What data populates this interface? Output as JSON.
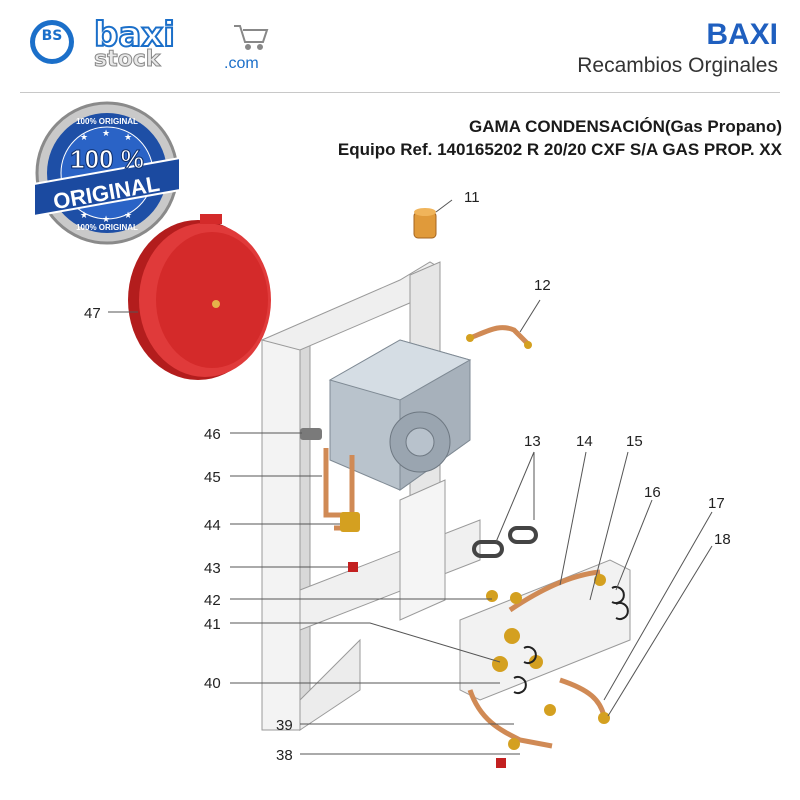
{
  "header": {
    "logo_word": "baxi",
    "logo_word2": "stock",
    "logo_domain": ".com",
    "logo_mark": "BS",
    "brand": "BAXI",
    "subtitle": "Recambios Orginales"
  },
  "product": {
    "range": "GAMA CONDENSACIÓN(Gas Propano)",
    "equipment": "Equipo Ref. 140165202 R 20/20 CXF S/A GAS PROP. XX"
  },
  "seal": {
    "line1": "100 %",
    "line2": "ORIGINAL",
    "ring": "100% ORIGINAL"
  },
  "callouts": [
    "11",
    "12",
    "13",
    "14",
    "15",
    "16",
    "17",
    "18",
    "38",
    "39",
    "40",
    "41",
    "42",
    "43",
    "44",
    "45",
    "46",
    "47"
  ],
  "colors": {
    "accent": "#1f5fbf",
    "vessel": "#d42a2a",
    "frame": "#ececec",
    "copper": "#d08a55",
    "brass": "#d4a020"
  }
}
